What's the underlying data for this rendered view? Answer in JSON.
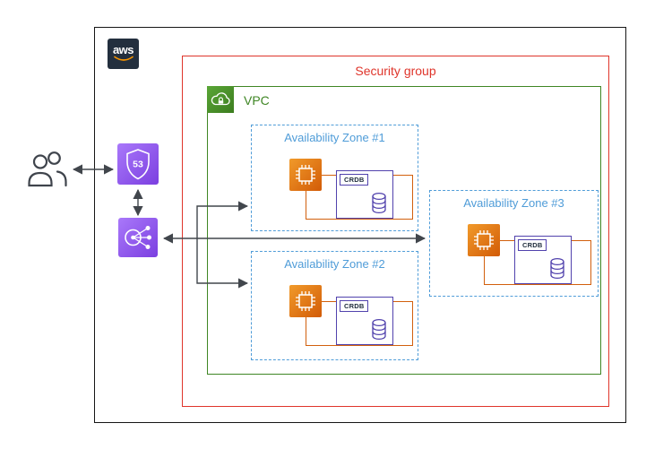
{
  "aws_cloud": {
    "logo_text": "aws"
  },
  "security_group": {
    "label": "Security group"
  },
  "vpc": {
    "label": "VPC"
  },
  "availability_zones": [
    {
      "label": "Availability Zone #1"
    },
    {
      "label": "Availability Zone #2"
    },
    {
      "label": "Availability Zone #3"
    }
  ],
  "nodes": {
    "crdb_label": "CRDB",
    "route53_badge": "53"
  },
  "colors": {
    "security_group_red": "#df352b",
    "vpc_green": "#3f8624",
    "availability_zone_blue": "#4f9cd8",
    "instance_orange": "#d2600d",
    "crdb_indigo": "#5142ad",
    "network_purple": "#8c4fff",
    "arrow_gray": "#41464c",
    "aws_navy": "#232f3e",
    "aws_smile_orange": "#f79400"
  }
}
